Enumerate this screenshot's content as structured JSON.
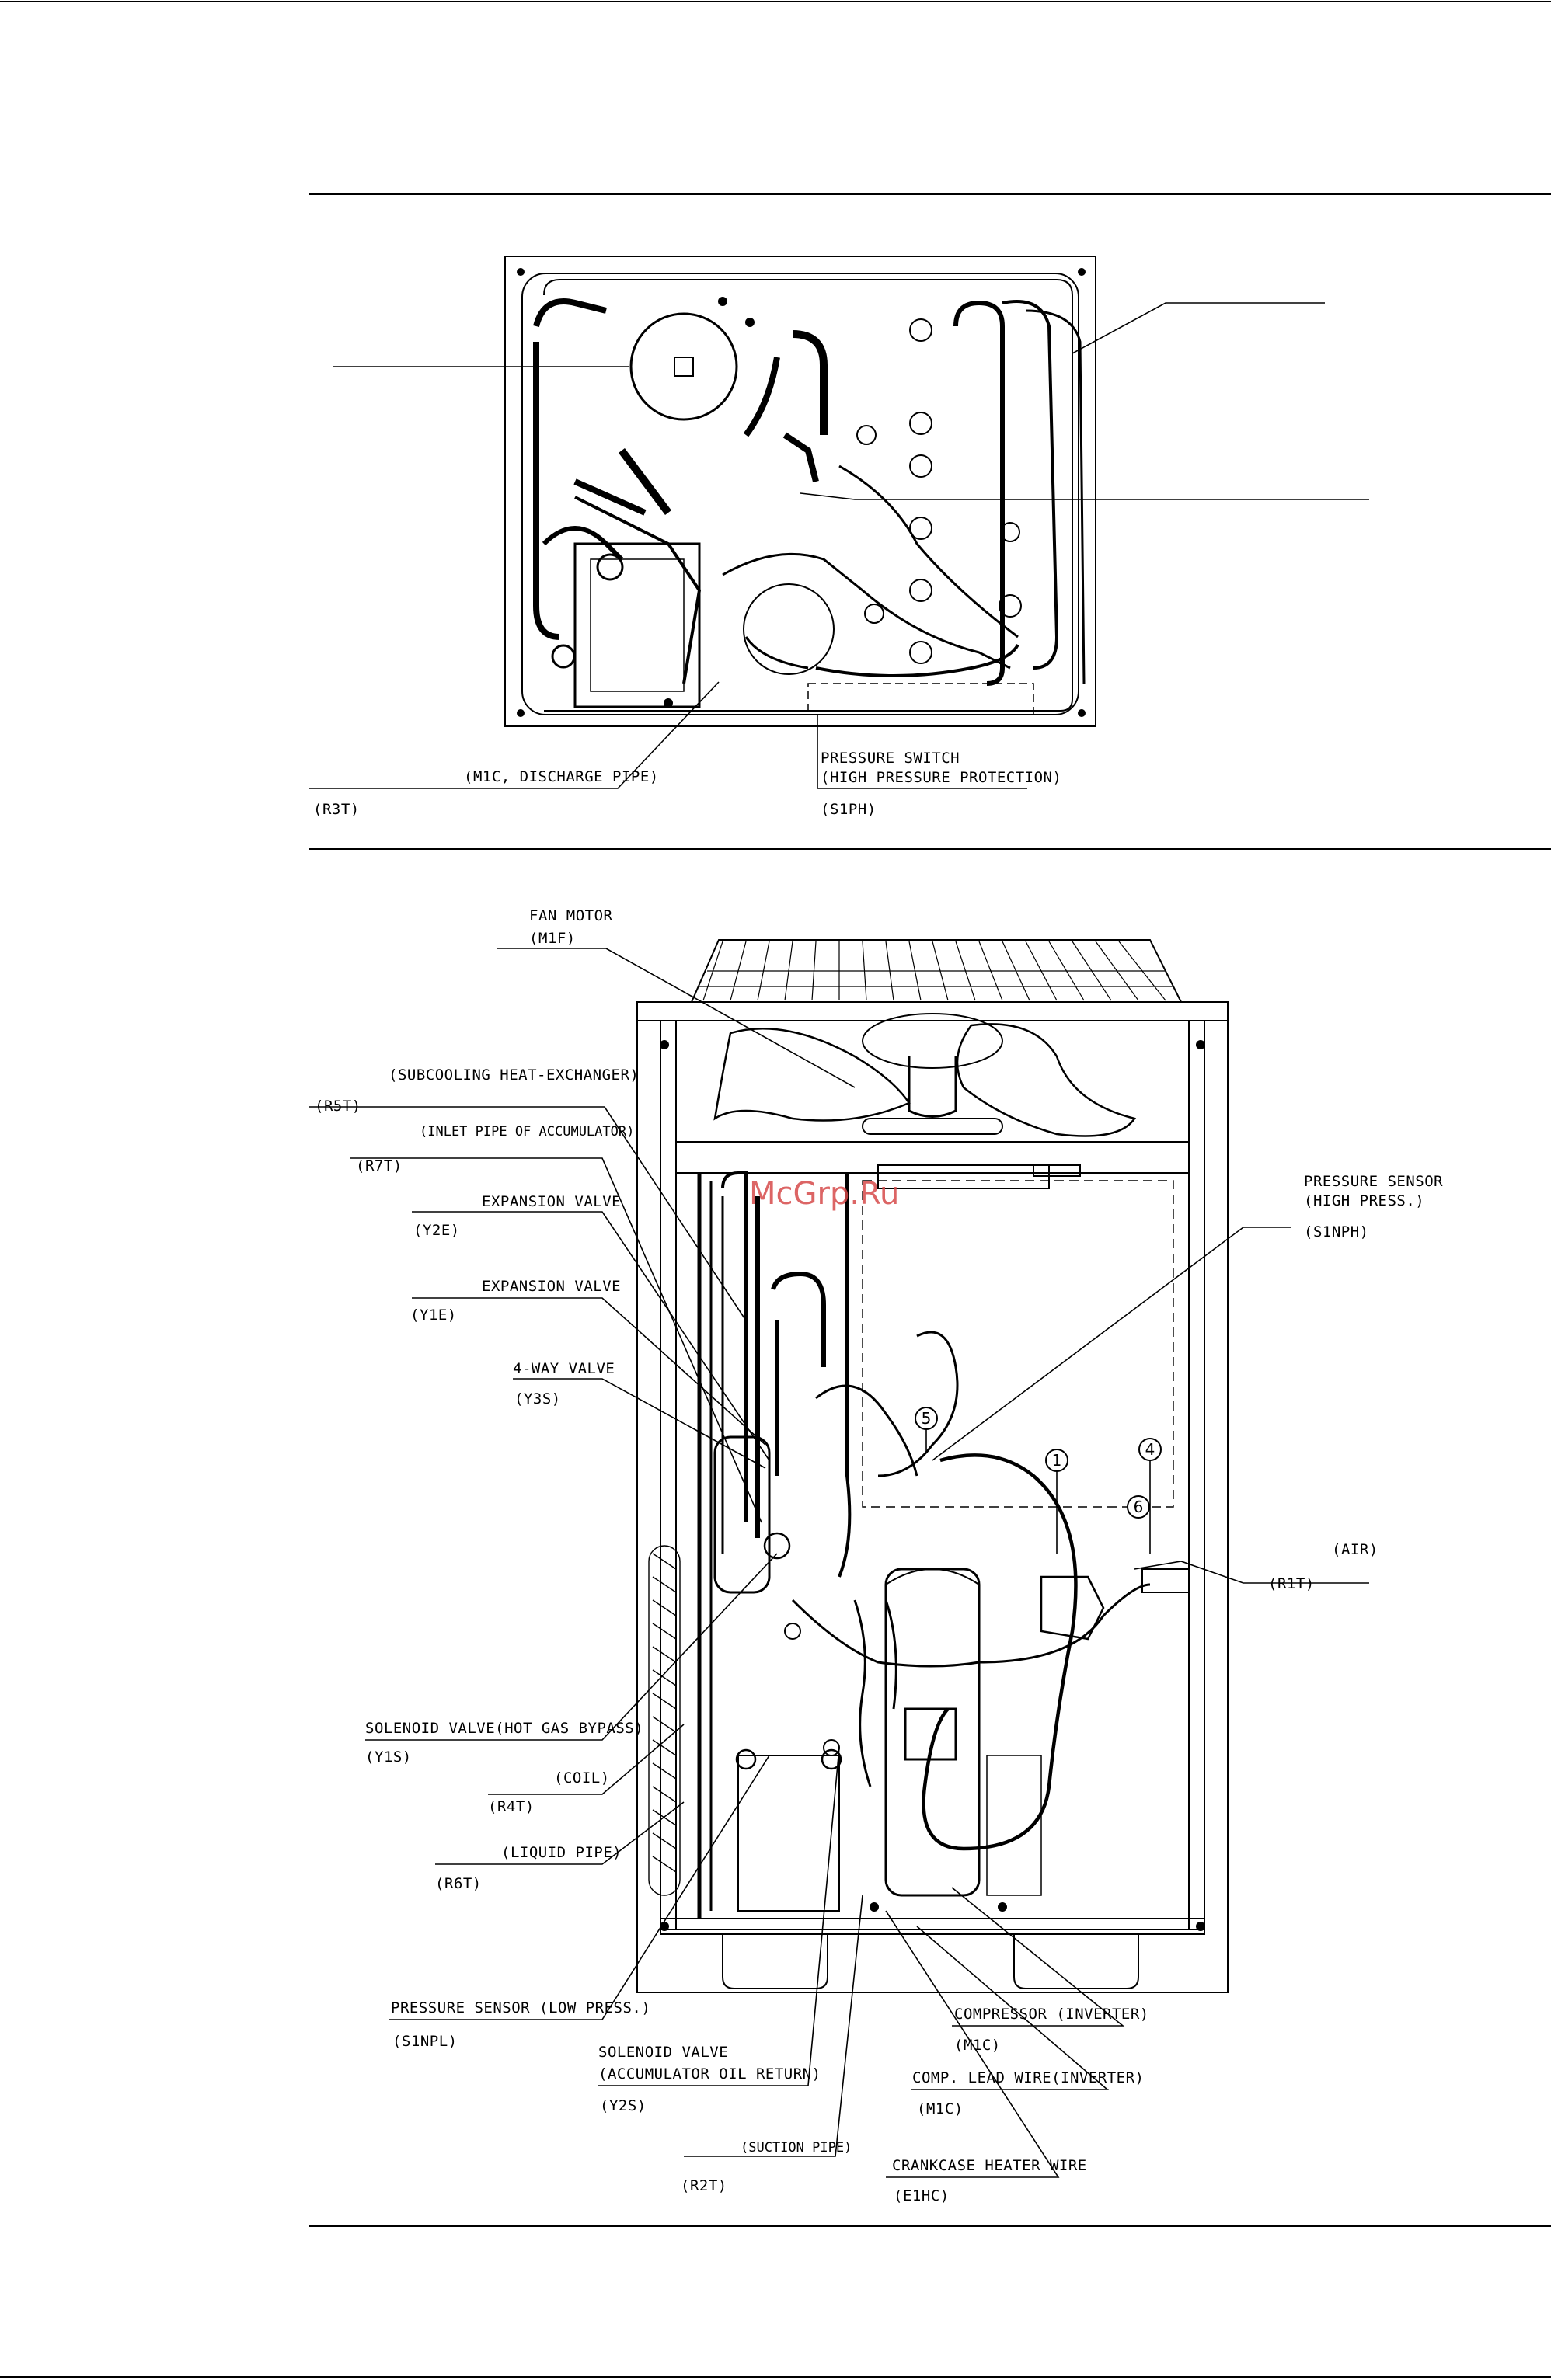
{
  "top_view": {
    "labels": {
      "m1c_discharge": "(M1C, DISCHARGE PIPE)",
      "r3t": "(R3T)",
      "pressure_switch_1": "PRESSURE SWITCH",
      "pressure_switch_2": "(HIGH PRESSURE PROTECTION)",
      "s1ph": "(S1PH)"
    }
  },
  "front_view": {
    "labels": {
      "fan_motor": "FAN MOTOR",
      "m1f": "(M1F)",
      "subcooling": "(SUBCOOLING HEAT-EXCHANGER)",
      "r5t": "(R5T)",
      "inlet_pipe": "(INLET PIPE OF ACCUMULATOR)",
      "r7t": "(R7T)",
      "expansion_valve_2": "EXPANSION VALVE",
      "y2e": "(Y2E)",
      "expansion_valve_1": "EXPANSION VALVE",
      "y1e": "(Y1E)",
      "four_way_valve": "4-WAY VALVE",
      "y3s": "(Y3S)",
      "solenoid_hot_gas": "SOLENOID VALVE(HOT GAS BYPASS)",
      "y1s": "(Y1S)",
      "coil": "(COIL)",
      "r4t": "(R4T)",
      "liquid_pipe": "(LIQUID PIPE)",
      "r6t": "(R6T)",
      "pressure_sensor_low": "PRESSURE SENSOR (LOW PRESS.)",
      "s1npl": "(S1NPL)",
      "solenoid_acc_1": "SOLENOID VALVE",
      "solenoid_acc_2": "(ACCUMULATOR OIL RETURN)",
      "y2s": "(Y2S)",
      "suction_pipe": "(SUCTION PIPE)",
      "r2t": "(R2T)",
      "pressure_sensor_high_1": "PRESSURE SENSOR",
      "pressure_sensor_high_2": "(HIGH PRESS.)",
      "s1nph": "(S1NPH)",
      "air": "(AIR)",
      "r1t": "(R1T)",
      "compressor": "COMPRESSOR (INVERTER)",
      "m1c_a": "(M1C)",
      "comp_lead": "COMP. LEAD WIRE(INVERTER)",
      "m1c_b": "(M1C)",
      "crankcase": "CRANKCASE HEATER WIRE",
      "e1hc": "(E1HC)"
    },
    "circled_numbers": [
      "5",
      "1",
      "4",
      "6"
    ]
  },
  "watermark": "McGrp.Ru"
}
